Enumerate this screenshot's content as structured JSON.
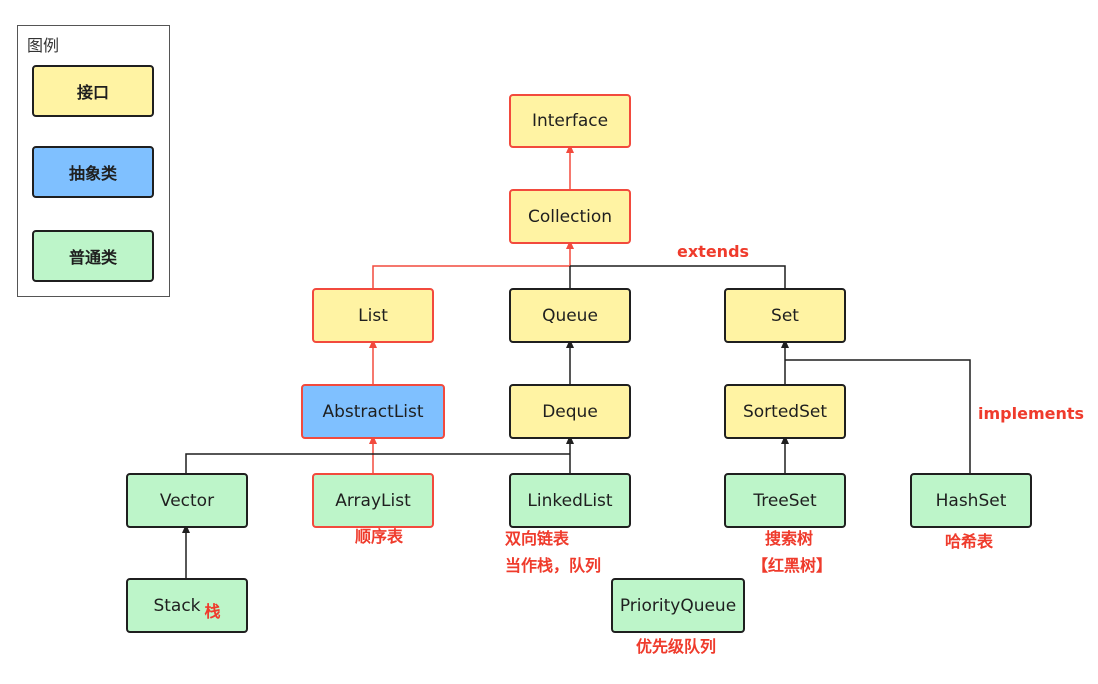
{
  "legend": {
    "title": "图例",
    "interface": "接口",
    "abstract": "抽象类",
    "concrete": "普通类"
  },
  "nodes": {
    "interface": "Interface",
    "collection": "Collection",
    "list": "List",
    "queue": "Queue",
    "set": "Set",
    "abstractlist": "AbstractList",
    "deque": "Deque",
    "sortedset": "SortedSet",
    "vector": "Vector",
    "arraylist": "ArrayList",
    "linkedlist": "LinkedList",
    "treeset": "TreeSet",
    "hashset": "HashSet",
    "stack": "Stack",
    "priorityqueue": "PriorityQueue"
  },
  "notes": {
    "extends": "extends",
    "implements": "implements",
    "arraylist": "顺序表",
    "linkedlist_1": "双向链表",
    "linkedlist_2": "当作栈，队列",
    "treeset_1": "搜索树",
    "treeset_2": "【红黑树】",
    "hashset": "哈希表",
    "stack": "栈",
    "priorityqueue": "优先级队列"
  },
  "colors": {
    "interface_fill": "#fff3a3",
    "abstract_fill": "#7fc0ff",
    "concrete_fill": "#bdf5c9",
    "highlight": "#f24a3d",
    "edge": "#1f1f1f"
  }
}
